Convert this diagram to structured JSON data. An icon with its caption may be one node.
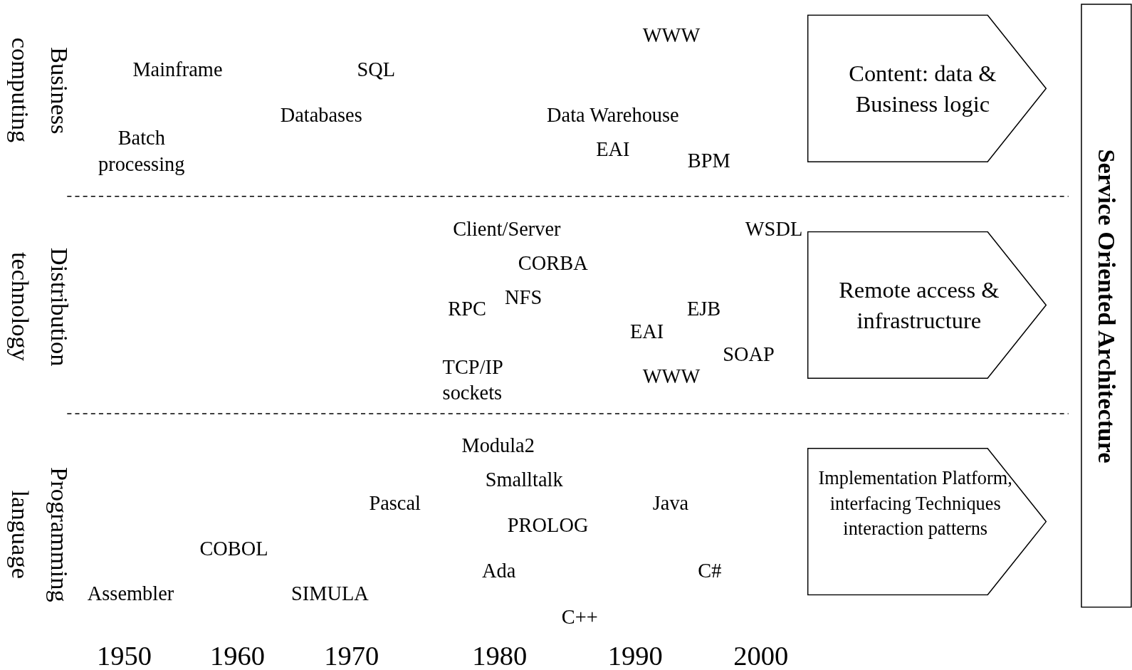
{
  "diagram": {
    "nodes": [
      {
        "text": [
          "Content: data & Business logic"
        ]
      },
      {
        "text": [
          "Remote access & infrastructure"
        ]
      },
      {
        "text": [
          "Implementation Platform, interfacing Techniques interaction patterns"
        ]
      },
      {
        "text": [
          "Service Oriented Architecture"
        ]
      }
    ],
    "labels": [
      "Business computing",
      "WWW",
      "Mainframe",
      "SQL",
      "Databases",
      "Data Warehouse",
      "Batch processing",
      "EAI",
      "BPM",
      "Distribution technology",
      "Client/Server",
      "WSDL",
      "CORBA",
      "NFS",
      "RPC",
      "EJB",
      "EAI",
      "SOAP",
      "TCP/IP sockets",
      "WWW",
      "Programming language",
      "Modula2",
      "Smalltalk",
      "Pascal",
      "Java",
      "PROLOG",
      "COBOL",
      "Ada",
      "C#",
      "Assembler",
      "SIMULA",
      "C++",
      "1950",
      "1960",
      "1970",
      "1980",
      "1990",
      "2000"
    ]
  }
}
